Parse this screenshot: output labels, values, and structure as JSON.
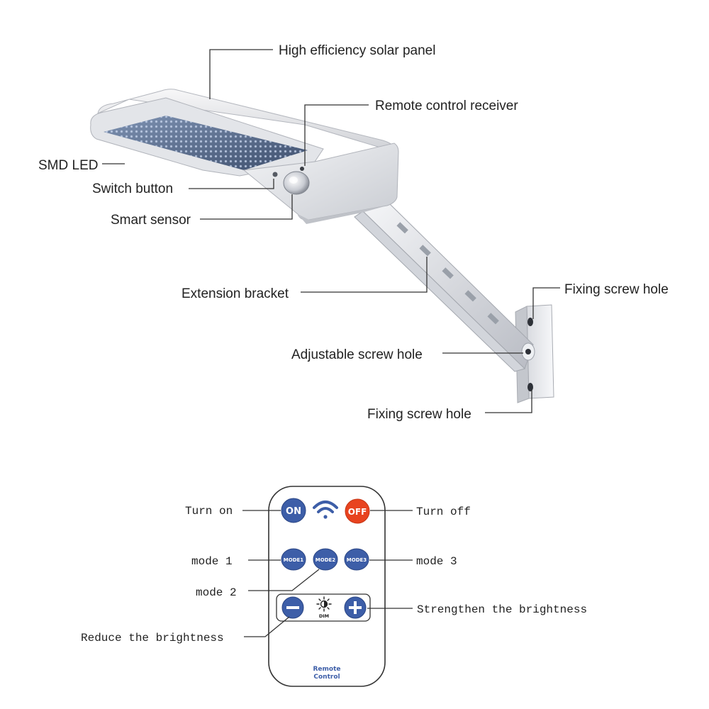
{
  "lamp_labels": {
    "solar_panel": "High efficiency solar panel",
    "remote_receiver": "Remote control receiver",
    "smd_led": "SMD LED",
    "switch_button": "Switch button",
    "smart_sensor": "Smart sensor",
    "extension_bracket": "Extension bracket",
    "fixing_screw_hole_top": "Fixing screw hole",
    "adjustable_screw_hole": "Adjustable screw hole",
    "fixing_screw_hole_bottom": "Fixing screw hole"
  },
  "remote_labels": {
    "turn_on": "Turn on",
    "turn_off": "Turn off",
    "mode_1": "mode 1",
    "mode_2": "mode 2",
    "mode_3": "mode 3",
    "reduce": "Reduce the brightness",
    "strengthen": "Strengthen the brightness"
  },
  "remote_buttons": {
    "on": "ON",
    "off": "OFF",
    "mode1": "MODE1",
    "mode2": "MODE2",
    "mode3": "MODE3",
    "dim": "DIM",
    "remote_line1": "Remote",
    "remote_line2": "Control"
  },
  "colors": {
    "button_blue": "#3d5ea8",
    "button_red": "#e8431f",
    "led_panel": "#5a6f8f",
    "housing": "#e9eaed"
  },
  "icons": {
    "signal": "wifi-signal-icon",
    "brightness": "sun-icon",
    "minus": "minus-icon",
    "plus": "plus-icon"
  }
}
